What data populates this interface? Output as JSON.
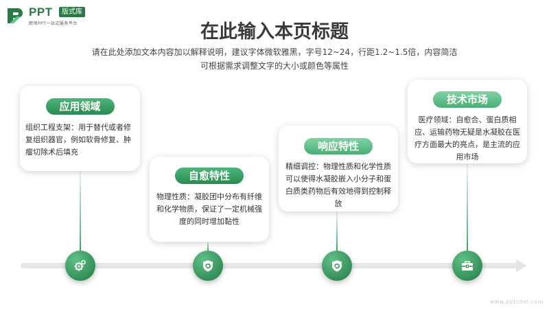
{
  "logo": {
    "name": "PPT",
    "badge": "版式库",
    "tagline": "职场PPT一站式服务平台"
  },
  "header": {
    "title": "在此输入本页标题",
    "description_line1": "请在此处添加文本内容加以解释说明，建议字体微软雅黑，字号12~24，行距1.2~1.5倍，内容简洁",
    "description_line2": "可根据需求调整文字的大小或颜色等属性"
  },
  "cards": [
    {
      "title": "应用领域",
      "text": "组织工程支架：用于替代或者修复组织器官，例如软骨修复、肿瘤切除术后填充",
      "icon": "gear-icon"
    },
    {
      "title": "自愈特性",
      "text": "物理性质：凝胶团中分布有纤维和化学物质，保证了一定机械强度的同时增加黏性",
      "icon": "shield-icon"
    },
    {
      "title": "响应特性",
      "text": "精细调控：物理性质和化学性质可以使得水凝胶嵌入小分子和蛋白质类药物后有效地得到控制释放",
      "icon": "shield-icon"
    },
    {
      "title": "技术市场",
      "text": "医疗领域：自愈合、蛋白质相应、运输药物无疑是水凝胶在医疗方面最大的亮点，是主流的应用市场",
      "icon": "toolbox-icon"
    }
  ],
  "watermark": "www.pptcool.com",
  "colors": {
    "accent": "#2a8a52",
    "accent_light": "#4cb57a",
    "axis": "#e5e6e8"
  }
}
